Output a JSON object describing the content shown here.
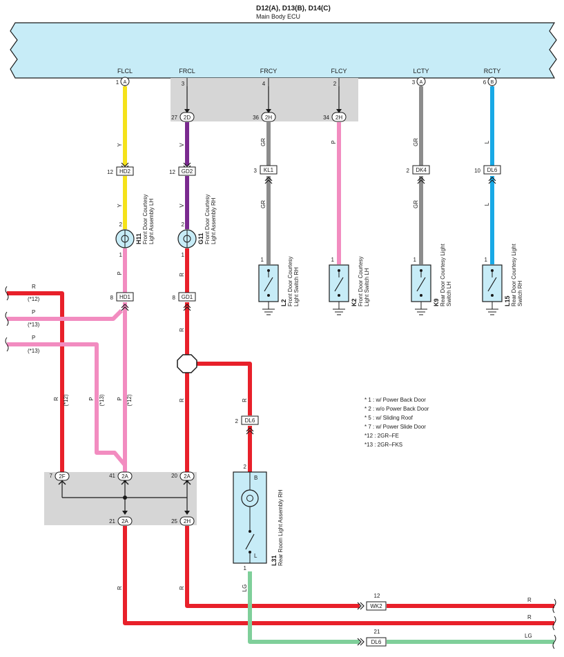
{
  "header": {
    "ecu_ids": "D12(A), D13(B), D14(C)",
    "ecu_name": "Main Body ECU"
  },
  "colors": {
    "ecu_fill": "#c7ecf7",
    "Y": "#f5e21a",
    "V": "#7a2a8f",
    "GR": "#8c8c8c",
    "P": "#f28cc0",
    "L": "#19a9e6",
    "R": "#e8202a",
    "LG": "#7fcf9a",
    "junction_block": "#d6d6d6"
  },
  "ecu_terminals": [
    {
      "name": "FLCL",
      "pin": "1",
      "conn": "A"
    },
    {
      "name": "FRCL",
      "pin": "3",
      "conn": ""
    },
    {
      "name": "FRCY",
      "pin": "4",
      "conn": ""
    },
    {
      "name": "FLCY",
      "pin": "2",
      "conn": ""
    },
    {
      "name": "LCTY",
      "pin": "3",
      "conn": "A"
    },
    {
      "name": "RCTY",
      "pin": "6",
      "conn": "B"
    }
  ],
  "upper_junction": [
    {
      "pin": "27",
      "conn": "2D"
    },
    {
      "pin": "36",
      "conn": "2H"
    },
    {
      "pin": "34",
      "conn": "2H"
    }
  ],
  "inline_connectors": [
    {
      "pin": "12",
      "conn": "HD2"
    },
    {
      "pin": "12",
      "conn": "GD2"
    },
    {
      "pin": "3",
      "conn": "KL1"
    },
    {
      "pin": "2",
      "conn": "DK4"
    },
    {
      "pin": "10",
      "conn": "DL6"
    },
    {
      "pin": "8",
      "conn": "HD1"
    },
    {
      "pin": "8",
      "conn": "GD1"
    },
    {
      "pin": "2",
      "conn": "DL6"
    },
    {
      "pin": "12",
      "conn": "WK2"
    },
    {
      "pin": "21",
      "conn": "DL6"
    }
  ],
  "wire_labels": {
    "y1": "Y",
    "y2": "Y",
    "v1": "V",
    "v2": "V",
    "gr1": "GR",
    "gr2": "GR",
    "p1": "P",
    "gr3": "GR",
    "gr4": "GR",
    "l1": "L",
    "l2": "L",
    "p2": "P",
    "r1": "R",
    "r2": "R",
    "r3": "R",
    "r_left": "R",
    "p_left": "P",
    "p_mid": "P",
    "r_rr": "R",
    "r_lower1": "R",
    "r_lower2": "R",
    "lg": "LG",
    "r_right1": "R",
    "r_right2": "R",
    "lg_right": "LG"
  },
  "note_tags": {
    "n12": "(*12)",
    "n13": "(*13)"
  },
  "lamps": [
    {
      "id": "H11",
      "desc1": "Front Door Courtesy",
      "desc2": "Light Assembly LH",
      "pin_top": "2",
      "pin_bottom": "1"
    },
    {
      "id": "G11",
      "desc1": "Front Door Courtesy",
      "desc2": "Light Assembly RH",
      "pin_top": "2",
      "pin_bottom": "1"
    }
  ],
  "switches": [
    {
      "id": "L2",
      "desc1": "Front Door Courtesy",
      "desc2": "Light Switch RH",
      "pin": "1"
    },
    {
      "id": "K2",
      "desc1": "Front Door Courtesy",
      "desc2": "Light Switch LH",
      "pin": "1"
    },
    {
      "id": "K9",
      "desc1": "Rear Door Courtesy Light",
      "desc2": "Switch LH",
      "pin": "1"
    },
    {
      "id": "L15",
      "desc1": "Rear Door Courtesy Light",
      "desc2": "Switch RH",
      "pin": "1"
    }
  ],
  "rear_room": {
    "id": "L31",
    "desc": "Rear Room Light Assembly RH",
    "pin_top": "2",
    "pin_bottom": "1",
    "term_b": "B",
    "term_l": "L"
  },
  "left_feeds": [
    {
      "wire": "R",
      "tag": "(*12)"
    },
    {
      "wire": "P",
      "tag": "(*13)"
    },
    {
      "wire": "P",
      "tag": "(*13)"
    }
  ],
  "lower_junction": [
    {
      "pin": "7",
      "conn": "2F"
    },
    {
      "pin": "41",
      "conn": "2A"
    },
    {
      "pin": "20",
      "conn": "2A"
    },
    {
      "pin": "21",
      "conn": "2A"
    },
    {
      "pin": "25",
      "conn": "2H"
    }
  ],
  "legend": [
    "* 1 : w/ Power Back Door",
    "* 2 : w/o Power Back Door",
    "* 5 : w/ Sliding Roof",
    "* 7 : w/ Power Slide Door",
    "*12 : 2GR–FE",
    "*13 : 2GR–FKS"
  ]
}
